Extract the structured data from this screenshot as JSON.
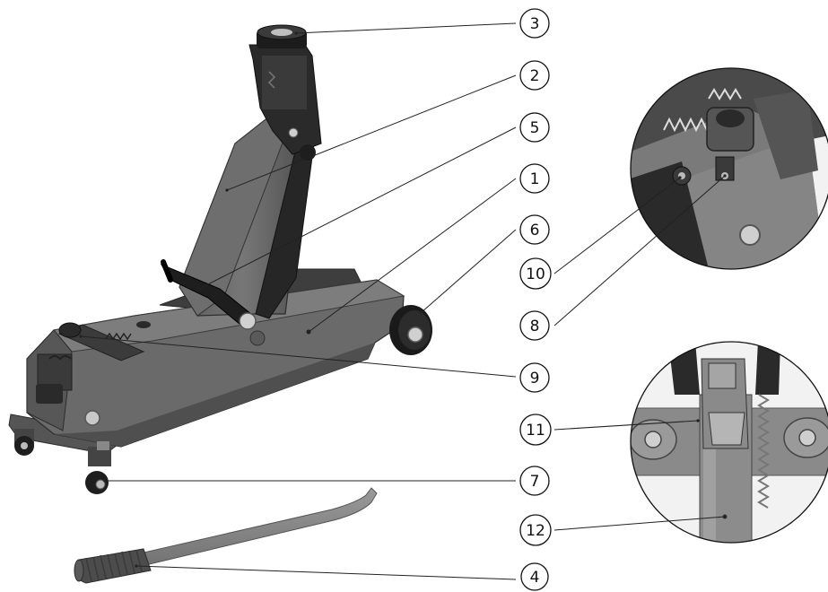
{
  "callouts": [
    {
      "id": "c3",
      "label": "3"
    },
    {
      "id": "c2",
      "label": "2"
    },
    {
      "id": "c5",
      "label": "5"
    },
    {
      "id": "c1",
      "label": "1"
    },
    {
      "id": "c6",
      "label": "6"
    },
    {
      "id": "c10",
      "label": "10"
    },
    {
      "id": "c8",
      "label": "8"
    },
    {
      "id": "c9",
      "label": "9"
    },
    {
      "id": "c11",
      "label": "11"
    },
    {
      "id": "c7",
      "label": "7"
    },
    {
      "id": "c12",
      "label": "12"
    },
    {
      "id": "c4",
      "label": "4"
    }
  ],
  "colors": {
    "body": "#6a6a6a",
    "body_dark": "#4a4a4a",
    "body_light": "#8c8c8c",
    "black": "#1c1c1c",
    "handle": "#858585",
    "grip": "#4c4c4c",
    "line": "#222222"
  },
  "parts": {
    "main_figure": "floor-jack",
    "detail_top": "release-valve-detail",
    "detail_bottom": "pump-piston-detail",
    "loose_part": "jack-handle"
  }
}
